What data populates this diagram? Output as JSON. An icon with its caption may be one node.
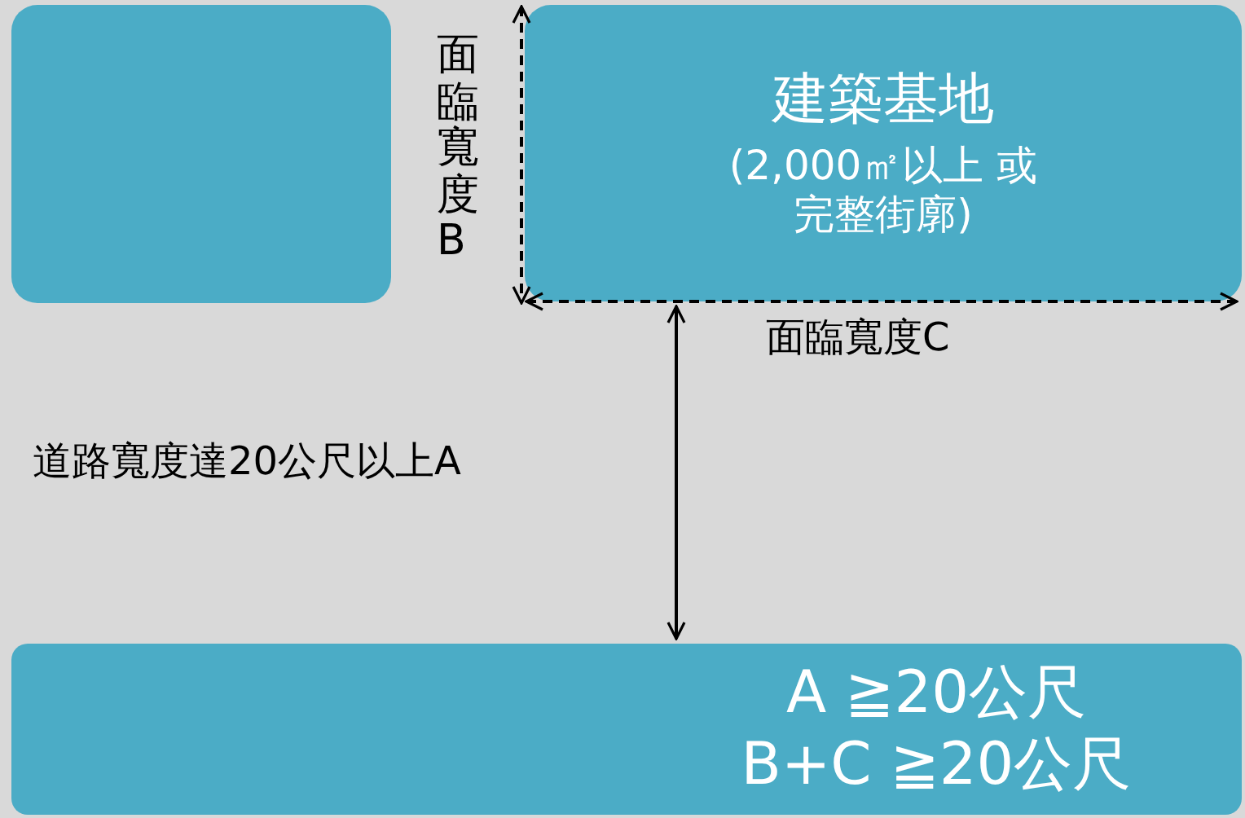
{
  "diagram": {
    "nodes": [
      {
        "text": [],
        "shape": "box"
      },
      {
        "text": [
          "建築基地",
          "(2,000㎡以上 或完整街廓)"
        ]
      },
      {
        "text": [
          "A ≧20公尺",
          "B+C ≧20公尺"
        ]
      }
    ],
    "edges": [
      {
        "from": 1,
        "to": 2,
        "arrow": "both"
      }
    ],
    "labels": [
      "面臨寬度B",
      "面臨寬度C",
      "道路寬度達20公尺以上A"
    ]
  }
}
